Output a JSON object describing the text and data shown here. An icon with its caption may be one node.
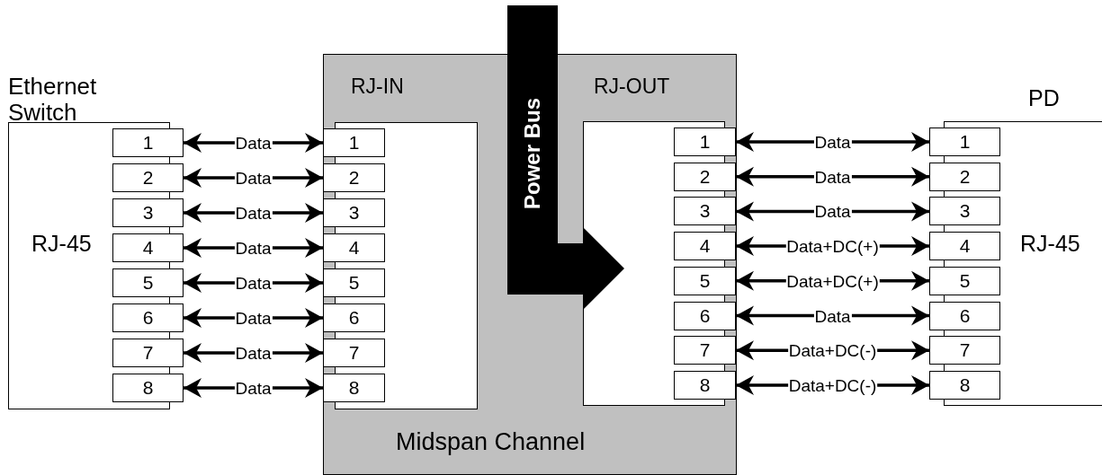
{
  "diagram": {
    "nodes": [
      {
        "text": [
          "Ethernet Switch",
          "RJ-45"
        ]
      },
      {
        "text": [
          "1"
        ],
        "in": 0
      },
      {
        "text": [
          "2"
        ],
        "in": 0
      },
      {
        "text": [
          "3"
        ],
        "in": 0
      },
      {
        "text": [
          "4"
        ],
        "in": 0
      },
      {
        "text": [
          "5"
        ],
        "in": 0
      },
      {
        "text": [
          "6"
        ],
        "in": 0
      },
      {
        "text": [
          "7"
        ],
        "in": 0
      },
      {
        "text": [
          "8"
        ],
        "in": 0
      },
      {
        "text": [
          "Midspan Channel"
        ]
      },
      {
        "text": [
          "RJ-IN"
        ],
        "in": 9
      },
      {
        "text": [
          "1"
        ],
        "in": 10
      },
      {
        "text": [
          "2"
        ],
        "in": 10
      },
      {
        "text": [
          "3"
        ],
        "in": 10
      },
      {
        "text": [
          "4"
        ],
        "in": 10
      },
      {
        "text": [
          "5"
        ],
        "in": 10
      },
      {
        "text": [
          "6"
        ],
        "in": 10
      },
      {
        "text": [
          "7"
        ],
        "in": 10
      },
      {
        "text": [
          "8"
        ],
        "in": 10
      },
      {
        "text": [
          "RJ-OUT"
        ],
        "in": 9
      },
      {
        "text": [
          "1"
        ],
        "in": 19
      },
      {
        "text": [
          "2"
        ],
        "in": 19
      },
      {
        "text": [
          "3"
        ],
        "in": 19
      },
      {
        "text": [
          "4"
        ],
        "in": 19
      },
      {
        "text": [
          "5"
        ],
        "in": 19
      },
      {
        "text": [
          "6"
        ],
        "in": 19
      },
      {
        "text": [
          "7"
        ],
        "in": 19
      },
      {
        "text": [
          "8"
        ],
        "in": 19
      },
      {
        "text": [
          "PD",
          "RJ-45"
        ]
      },
      {
        "text": [
          "1"
        ],
        "in": 28
      },
      {
        "text": [
          "2"
        ],
        "in": 28
      },
      {
        "text": [
          "3"
        ],
        "in": 28
      },
      {
        "text": [
          "4"
        ],
        "in": 28
      },
      {
        "text": [
          "5"
        ],
        "in": 28
      },
      {
        "text": [
          "6"
        ],
        "in": 28
      },
      {
        "text": [
          "7"
        ],
        "in": 28
      },
      {
        "text": [
          "8"
        ],
        "in": 28
      },
      {
        "text": [
          "Power Bus"
        ]
      }
    ],
    "edges": [
      {
        "from": 1,
        "to": 11,
        "arrow": "both",
        "label": "Data"
      },
      {
        "from": 2,
        "to": 12,
        "arrow": "both",
        "label": "Data"
      },
      {
        "from": 3,
        "to": 13,
        "arrow": "both",
        "label": "Data"
      },
      {
        "from": 4,
        "to": 14,
        "arrow": "both",
        "label": "Data"
      },
      {
        "from": 5,
        "to": 15,
        "arrow": "both",
        "label": "Data"
      },
      {
        "from": 6,
        "to": 16,
        "arrow": "both",
        "label": "Data"
      },
      {
        "from": 7,
        "to": 17,
        "arrow": "both",
        "label": "Data"
      },
      {
        "from": 8,
        "to": 18,
        "arrow": "both",
        "label": "Data"
      },
      {
        "from": 20,
        "to": 29,
        "arrow": "both",
        "label": "Data"
      },
      {
        "from": 21,
        "to": 30,
        "arrow": "both",
        "label": "Data"
      },
      {
        "from": 22,
        "to": 31,
        "arrow": "both",
        "label": "Data"
      },
      {
        "from": 23,
        "to": 32,
        "arrow": "both",
        "label": "Data+DC(+)"
      },
      {
        "from": 24,
        "to": 33,
        "arrow": "both",
        "label": "Data+DC(+)"
      },
      {
        "from": 25,
        "to": 34,
        "arrow": "both",
        "label": "Data"
      },
      {
        "from": 26,
        "to": 35,
        "arrow": "both",
        "label": "Data+DC(-)"
      },
      {
        "from": 27,
        "to": 36,
        "arrow": "both",
        "label": "Data+DC(-)"
      }
    ]
  }
}
